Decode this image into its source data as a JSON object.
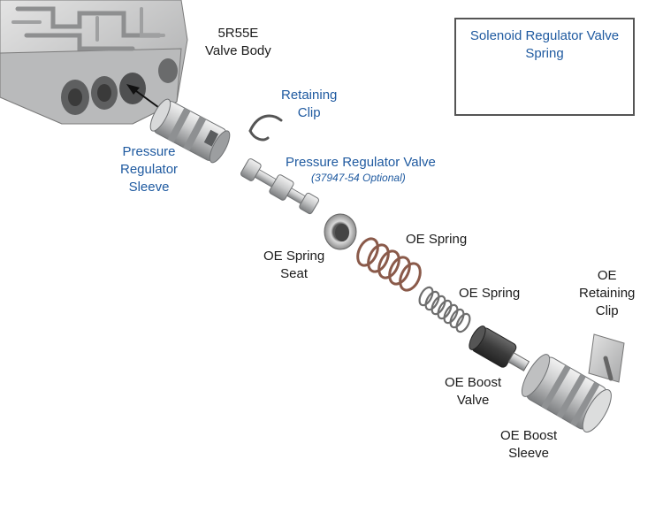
{
  "labels": {
    "valve_body": [
      "5R55E",
      "Valve Body"
    ],
    "retaining_clip": [
      "Retaining",
      "Clip"
    ],
    "pressure_regulator_sleeve": [
      "Pressure",
      "Regulator",
      "Sleeve"
    ],
    "pressure_regulator_valve": "Pressure Regulator Valve",
    "pressure_regulator_valve_note": "(37947-54 Optional)",
    "oe_spring_seat": [
      "OE Spring",
      "Seat"
    ],
    "oe_spring_large": "OE Spring",
    "oe_spring_small": "OE Spring",
    "oe_retaining_clip": [
      "OE",
      "Retaining",
      "Clip"
    ],
    "oe_boost_valve": [
      "OE Boost",
      "Valve"
    ],
    "oe_boost_sleeve": [
      "OE Boost",
      "Sleeve"
    ],
    "inset_title": [
      "Solenoid Regulator Valve",
      "Spring"
    ]
  },
  "colors": {
    "label_blue": "#1f5aa0",
    "label_black": "#1a1a1a",
    "metal_light": "#d9dadb",
    "metal_dark": "#8c8e90",
    "spring_copper": "#8a5a4a"
  }
}
